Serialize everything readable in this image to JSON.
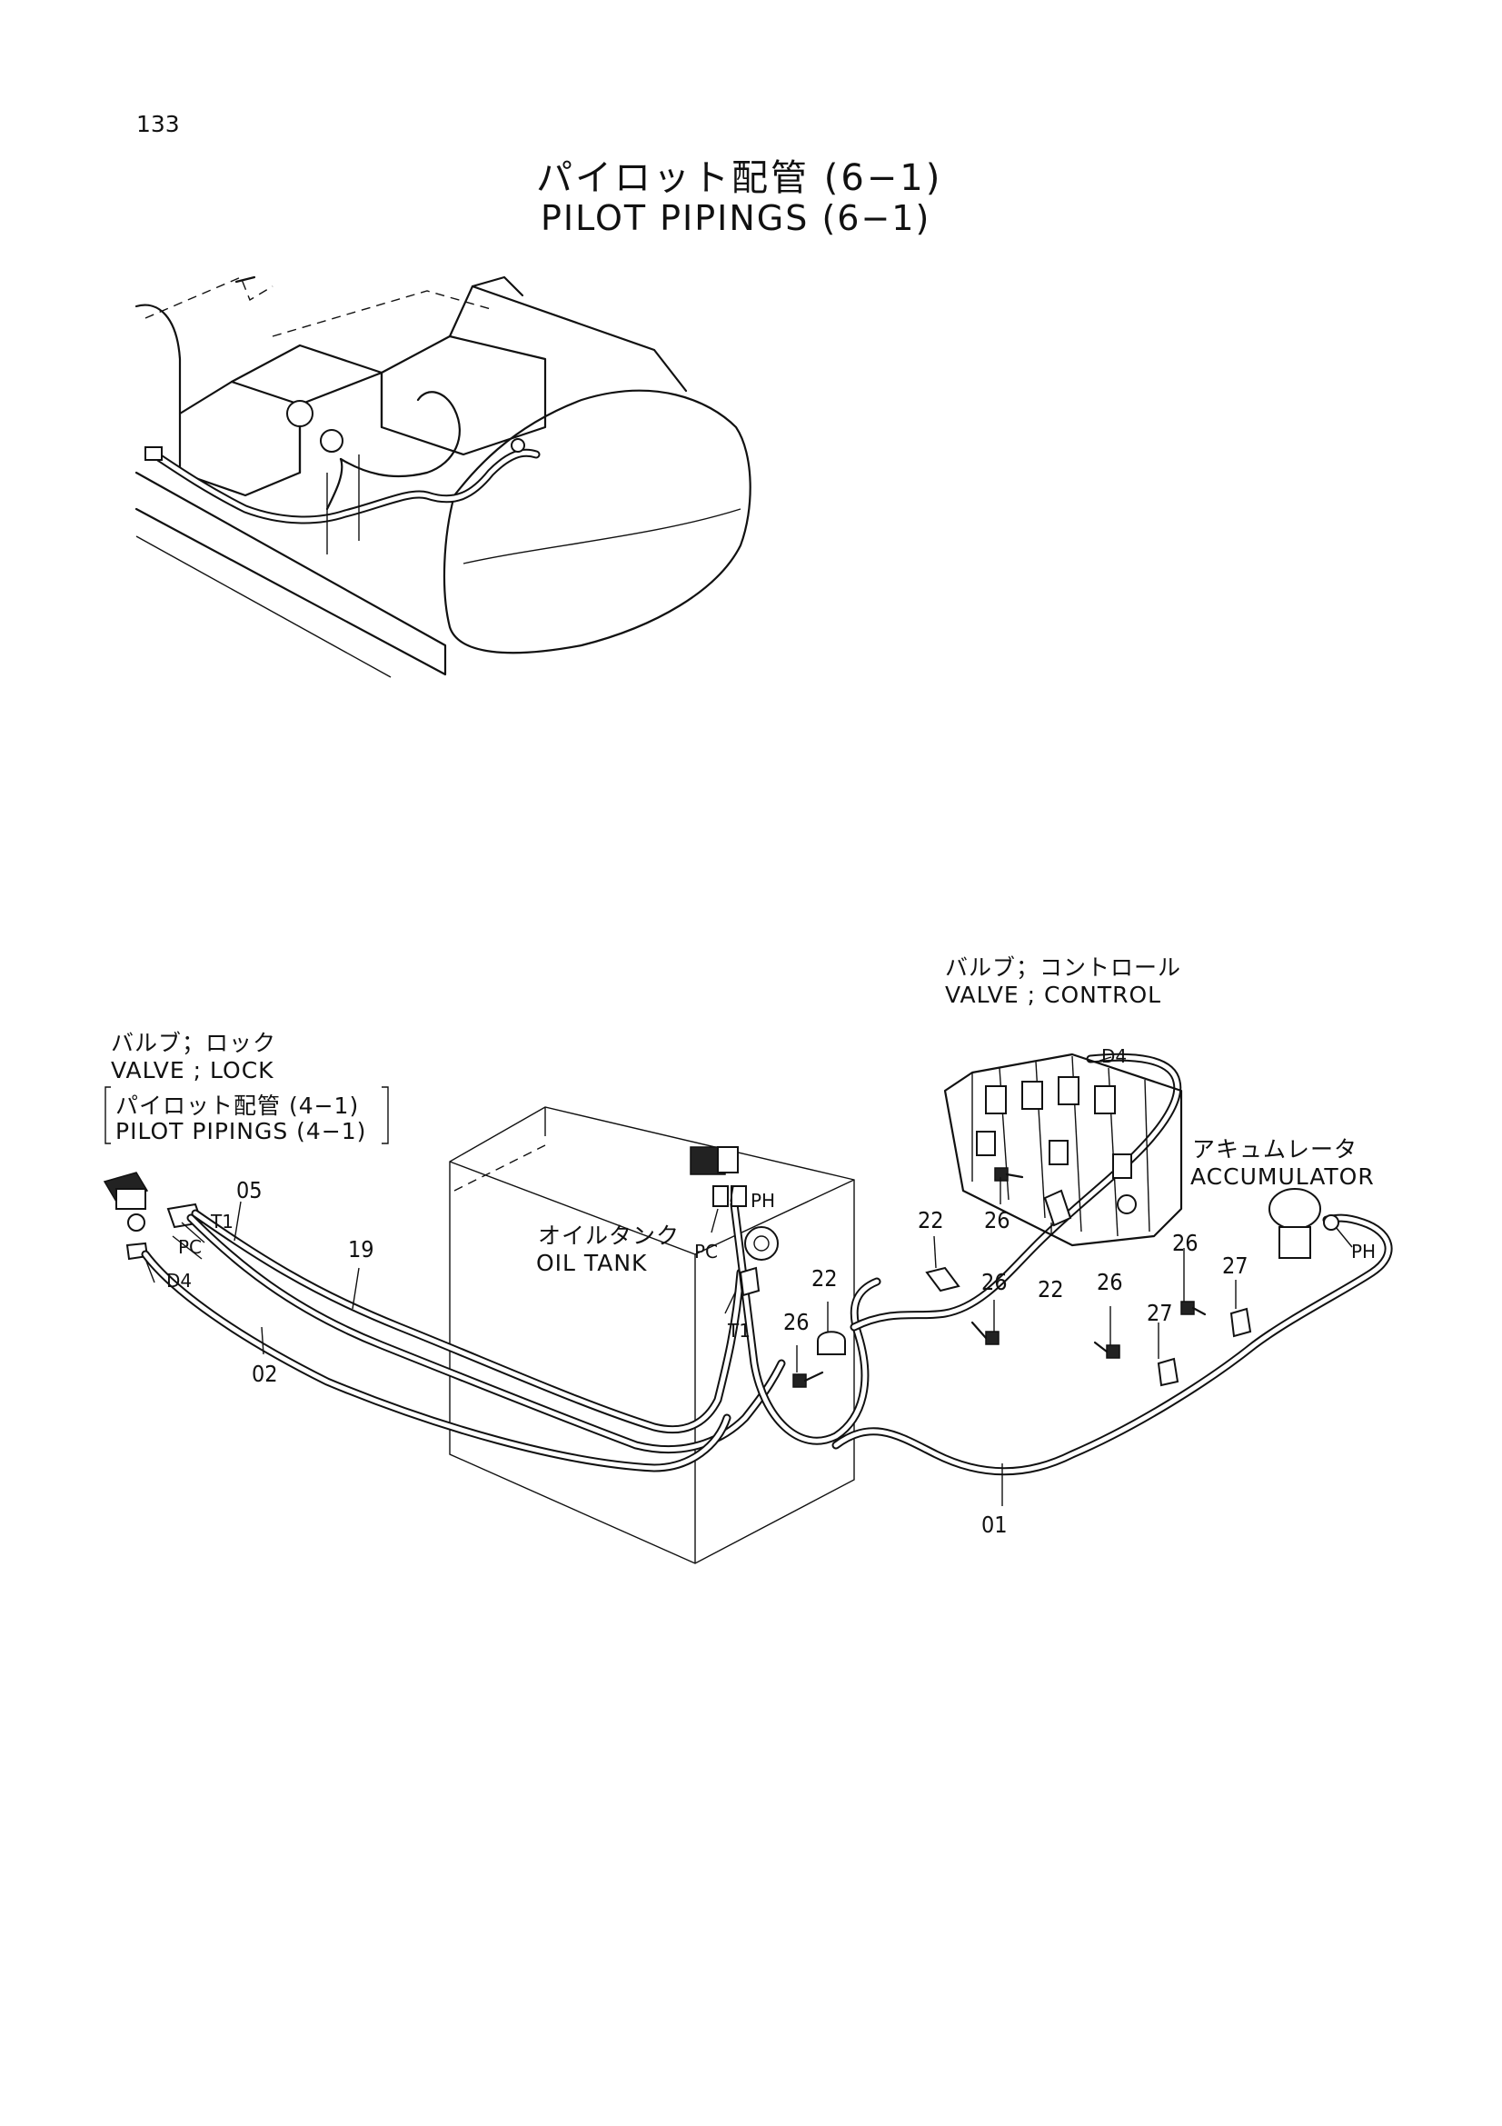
{
  "page": {
    "number": "133",
    "title_jp": "パイロット配管 (6−1)",
    "title_en": "PILOT PIPINGS (6−1)"
  },
  "components": {
    "lock_valve_jp": "バルブ；ロック",
    "lock_valve_en": "VALVE ; LOCK",
    "ref_jp": "パイロット配管 (4−1)",
    "ref_en": "PILOT PIPINGS (4−1)",
    "control_valve_jp": "バルブ；コントロール",
    "control_valve_en": "VALVE ; CONTROL",
    "accumulator_jp": "アキュムレータ",
    "accumulator_en": "ACCUMULATOR",
    "oil_tank_jp": "オイルタンク",
    "oil_tank_en": "OIL TANK"
  },
  "ports": {
    "t1_left": "T1",
    "pc_left": "PC",
    "d4_left": "D4",
    "ph_tank": "PH",
    "pc_tank": "PC",
    "t1_tank": "T1",
    "d4_cv": "D4",
    "ph_acc": "PH"
  },
  "callouts": {
    "c05": "05",
    "c19": "19",
    "c02": "02",
    "c01": "01",
    "c22a": "22",
    "c22b": "22",
    "c22c": "22",
    "c26a": "26",
    "c26b": "26",
    "c26c": "26",
    "c26d": "26",
    "c26e": "26",
    "c27a": "27",
    "c27b": "27"
  }
}
